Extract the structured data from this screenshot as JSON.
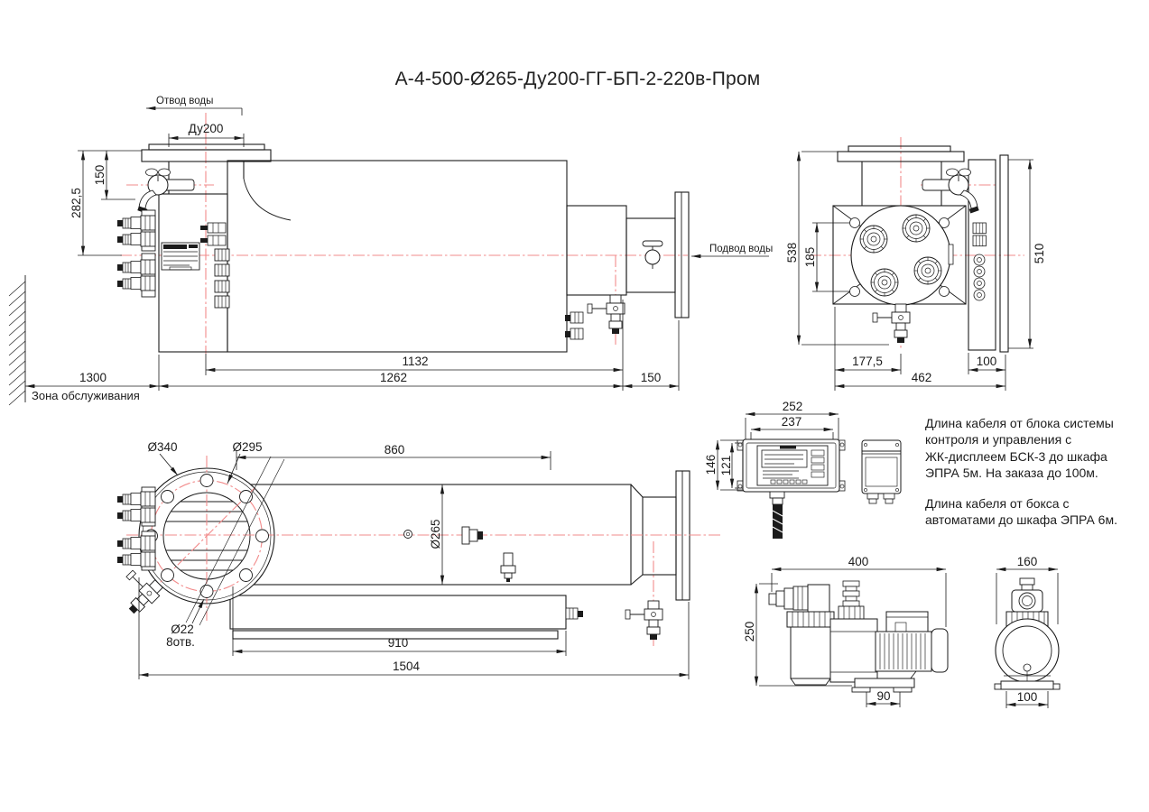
{
  "title": "А-4-500-Ø265-Ду200-ГГ-БП-2-220в-Пром",
  "colors": {
    "line": "#1b1b1b",
    "centerline": "#f28b8b",
    "background": "#ffffff"
  },
  "front_view": {
    "outlet_flow_label": "Отвод воды",
    "inlet_flow_label": "Подвод воды",
    "outlet_dn": "Ду200",
    "dim_valve_offset": "150",
    "dim_axis_height": "282,5",
    "dim_body_length": "1132",
    "dim_overall_length": "1262",
    "dim_inlet_length": "150",
    "dim_service_zone": "1300",
    "service_zone_label": "Зона обслуживания"
  },
  "end_view": {
    "dim_height_overall": "538",
    "dim_lamp_spacing": "185",
    "dim_depth": "510",
    "dim_axis_offset": "177,5",
    "dim_width_overall": "462",
    "dim_chamber_width": "100"
  },
  "plan_view": {
    "dia_flange": "Ø340",
    "dia_bolt_circle": "Ø295",
    "dim_lamp_length": "860",
    "dia_body": "Ø265",
    "dia_holes": "Ø22",
    "holes_count": "8отв.",
    "dim_housing_length": "910",
    "dim_overall_length": "1504"
  },
  "control_box": {
    "dim_width_overall": "252",
    "dim_width": "237",
    "dim_height_overall": "146",
    "dim_height": "121"
  },
  "notes": {
    "cable_note_1": "Длина кабеля от блока системы\nконтроля и управления с\nЖК-дисплеем БСК-3 до шкафа\nЭПРА 5м. На заказа до 100м.",
    "cable_note_2": "Длина кабеля от бокса с\nавтоматами до шкафа ЭПРА 6м."
  },
  "pump_side_view": {
    "dim_length": "400",
    "dim_height": "250",
    "dim_foot": "90"
  },
  "pump_end_view": {
    "dim_width": "160",
    "dim_base": "100"
  }
}
